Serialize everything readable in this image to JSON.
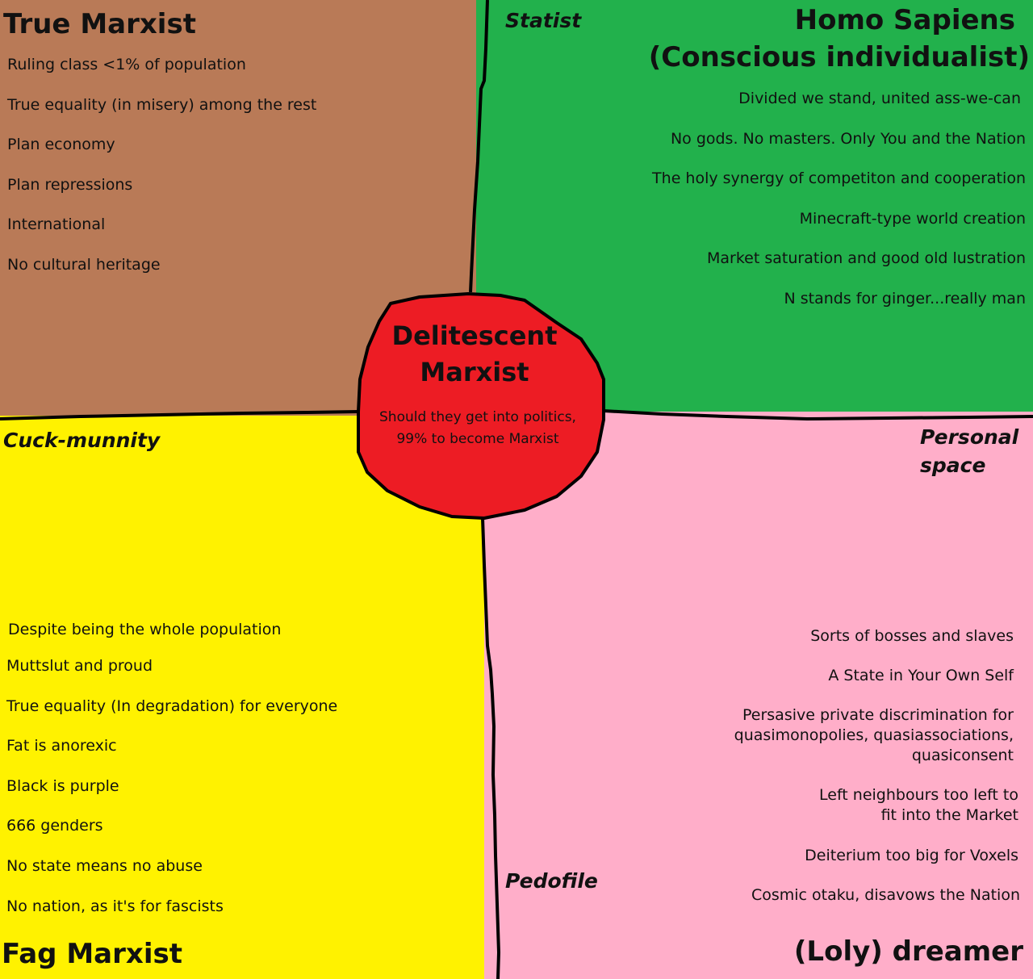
{
  "quadrants": {
    "top_left": {
      "title": "True Marxist",
      "items": [
        "Ruling class <1% of population",
        "True equality (in misery) among the rest",
        "Plan economy",
        "Plan repressions",
        "International",
        "No cultural heritage"
      ]
    },
    "top_right": {
      "title_line1": "Homo Sapiens",
      "title_line2": "(Conscious individualist)",
      "items": [
        "Divided we stand, united ass-we-can",
        "No gods. No masters. Only You and the Nation",
        "The holy synergy of competiton and cooperation",
        "Minecraft-type world creation",
        "Market saturation and good old lustration",
        "N stands for ginger...really man"
      ]
    },
    "bottom_left": {
      "title": "Fag Marxist",
      "items": [
        "Despite being the whole population",
        "Muttslut and proud",
        "True equality (In degradation) for everyone",
        "Fat is anorexic",
        "Black is purple",
        "666 genders",
        "No state means no abuse",
        "No nation, as it's for fascists"
      ]
    },
    "bottom_right": {
      "title": "(Loly) dreamer",
      "items": [
        "Sorts of bosses and slaves",
        "A State in Your Own Self",
        "Persasive private discrimination for\nquasimonopolies, quasiassociations,\nquasiconsent",
        "Left neighbours too left to\nfit into the Market",
        "Deiterium too big for Voxels",
        "Cosmic otaku, disavows the Nation"
      ]
    }
  },
  "axes": {
    "top": "Statist",
    "left": "Cuck-munnity",
    "right_line1": "Personal",
    "right_line2": "space",
    "bottom": "Pedofile"
  },
  "center": {
    "title_line1": "Delitescent",
    "title_line2": "Marxist",
    "desc_line1": "Should they get into politics,",
    "desc_line2": "99% to become Marxist"
  },
  "colors": {
    "top_left": "#b97a57",
    "top_right": "#22b14c",
    "bottom_left": "#fff200",
    "bottom_right": "#ffaec9",
    "center": "#ed1c24",
    "border": "#000000"
  }
}
